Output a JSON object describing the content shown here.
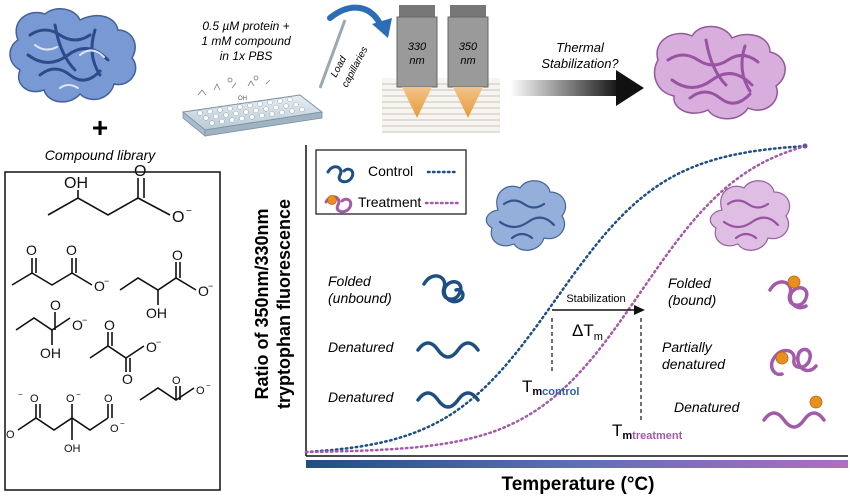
{
  "top": {
    "protein_mix_line1": "0.5 µM protein +",
    "protein_mix_line2": "1 mM compound",
    "protein_mix_line3": "in 1x PBS",
    "load_line1": "Load",
    "load_line2": "capillaries",
    "wavelength_1_value": "330",
    "wavelength_1_unit": "nm",
    "wavelength_2_value": "350",
    "wavelength_2_unit": "nm",
    "thermal_line1": "Thermal",
    "thermal_line2": "Stabilization?",
    "plus_sign": "+",
    "compound_library": "Compound library"
  },
  "chart": {
    "ylabel_line1": "Ratio of 350nm/330nm",
    "ylabel_line2": "tryptophan fluorescence",
    "xlabel": "Temperature (°C)",
    "legend": [
      {
        "label": "Control",
        "color": "#1f4f82"
      },
      {
        "label": "Treatment",
        "color": "#a35aa8"
      }
    ],
    "left_states": [
      "Folded\n(unbound)",
      "Denatured",
      "Denatured"
    ],
    "left_state_lines": [
      [
        "Folded",
        "(unbound)"
      ],
      [
        "Denatured"
      ],
      [
        "Denatured"
      ]
    ],
    "right_states": [
      [
        "Folded",
        "(bound)"
      ],
      [
        "Partially",
        "denatured"
      ],
      [
        "Denatured"
      ]
    ],
    "stabilization": "Stabilization",
    "delta_t": "ΔT",
    "delta_t_sub": "m",
    "tm_control_main": "T",
    "tm_control_sub": "m",
    "tm_control_word": "control",
    "tm_treatment_main": "T",
    "tm_treatment_sub": "m",
    "tm_treatment_word": "treatment",
    "colors": {
      "control": "#1f4f82",
      "treatment": "#a35aa8",
      "protein_blue": "#5b7fc0",
      "protein_purple": "#c9a0d4",
      "ligand": "#e8901f"
    }
  },
  "chart_data": {
    "type": "line",
    "xlabel": "Temperature (°C)",
    "ylabel": "Ratio of 350nm/330nm tryptophan fluorescence",
    "series": [
      {
        "name": "Control",
        "style": "dotted",
        "midpoint": 0.5,
        "steepness": 9
      },
      {
        "name": "Treatment",
        "style": "dotted",
        "midpoint": 0.67,
        "steepness": 9
      }
    ],
    "grid": false,
    "legend": "top-left"
  }
}
